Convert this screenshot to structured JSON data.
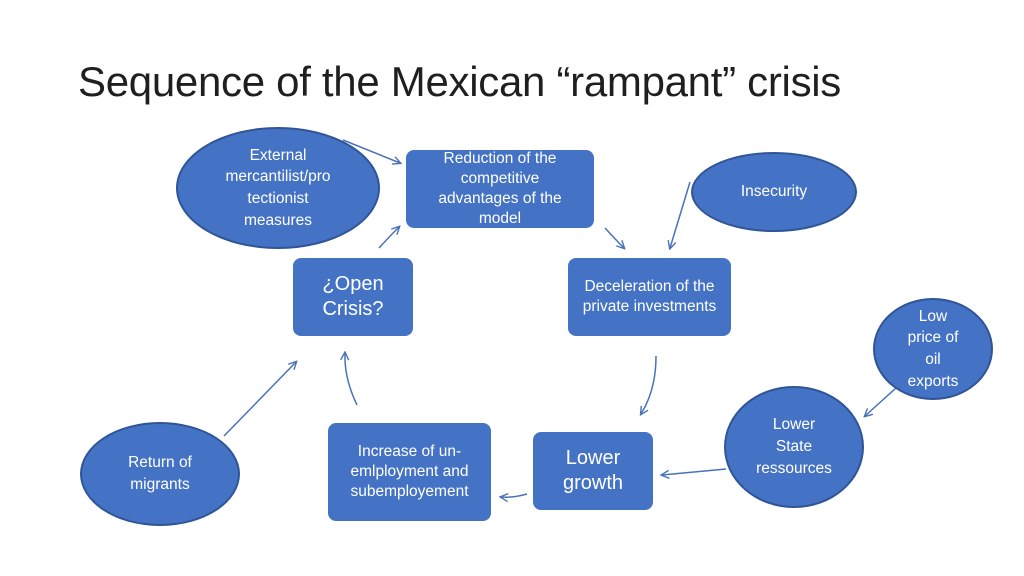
{
  "slide": {
    "title": "Sequence of the Mexican “rampant” crisis"
  },
  "cycle": {
    "reduction": "Reduction of the competitive advantages of the model",
    "deceleration": "Deceleration of the private investments",
    "lower_growth": "Lower growth",
    "unemployment": "Increase of  un-emlployment and subemployement",
    "open_crisis": "¿Open Crisis?"
  },
  "factors": {
    "external": "External\nmercantilist/pro\ntectionist\nmeasures",
    "insecurity": "Insecurity",
    "oil": "Low\nprice of\noil\nexports",
    "state": "Lower\nState\nressources",
    "migrants": "Return of\nmigrants"
  },
  "colors": {
    "shape_fill": "#4472c4",
    "oval_border": "#2f5597",
    "arrow": "#4a72b8",
    "title": "#1f1f1f"
  }
}
